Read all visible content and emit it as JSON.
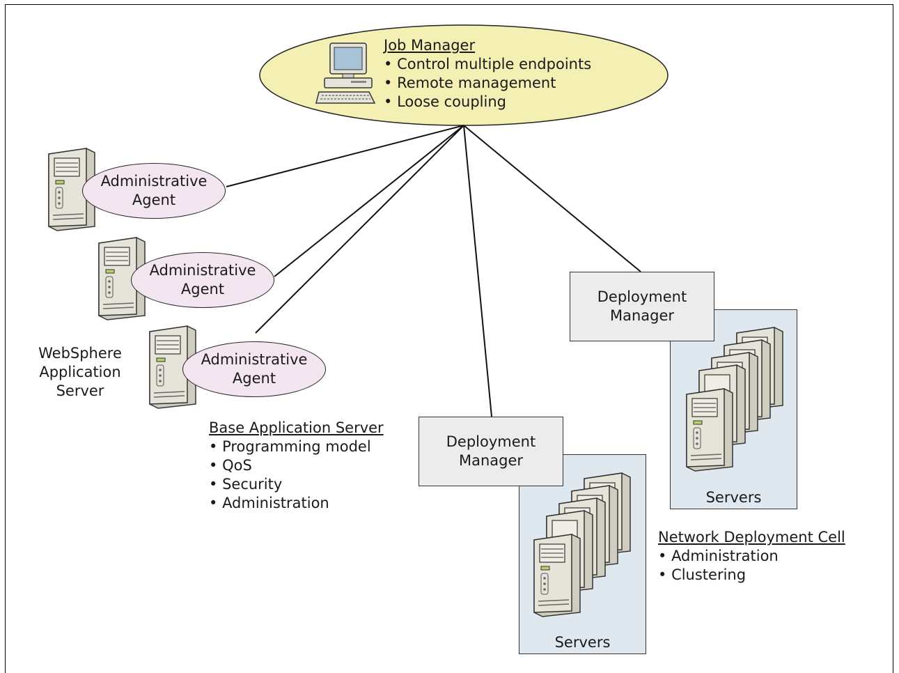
{
  "job_manager": {
    "title": "Job Manager",
    "bullets": [
      "Control multiple endpoints",
      "Remote management",
      "Loose coupling"
    ]
  },
  "agents": [
    {
      "line1": "Administrative",
      "line2": "Agent"
    },
    {
      "line1": "Administrative",
      "line2": "Agent"
    },
    {
      "line1": "Administrative",
      "line2": "Agent"
    }
  ],
  "websphere_label": [
    "WebSphere",
    "Application",
    "Server"
  ],
  "base_server": {
    "title": "Base Application Server",
    "bullets": [
      "Programming model",
      "QoS",
      "Security",
      "Administration"
    ]
  },
  "deployment_managers": [
    {
      "line1": "Deployment",
      "line2": "Manager",
      "servers_label": "Servers"
    },
    {
      "line1": "Deployment",
      "line2": "Manager",
      "servers_label": "Servers"
    }
  ],
  "network_cell": {
    "title": "Network Deployment Cell",
    "bullets": [
      "Administration",
      "Clustering"
    ]
  },
  "colors": {
    "job_manager_fill": "#f4f0b4",
    "agent_fill": "#f3e6f1",
    "deployment_fill": "#ececec",
    "servers_fill": "#dfe8ef",
    "tower_fill": "#e3e1d3"
  },
  "icons": [
    "desktop-computer-icon",
    "server-tower-icon"
  ]
}
